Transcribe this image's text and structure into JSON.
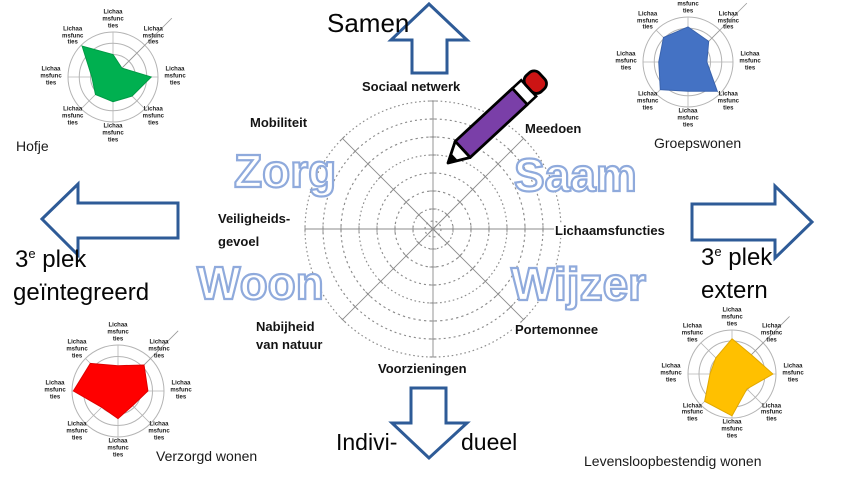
{
  "colors": {
    "arrow_outline": "#2E5B97",
    "wordart_outline": "#8FAADC",
    "center_grid": "#8b8b8b",
    "mini_grid": "#b4b4b4",
    "pencil_body": "#7A3FA8",
    "pencil_eraser": "#CC1414"
  },
  "wordart": {
    "zorg": "Zorg",
    "saam": "Saam",
    "woon": "Woon",
    "wijzer": "Wijzer"
  },
  "arrows": {
    "up": {
      "label": "Samen"
    },
    "down": {
      "label_left": "Indivi-",
      "label_right": "dueel"
    },
    "left": {
      "num": "3",
      "sup": "e",
      "rest": "plek",
      "line2": "geïntegreerd"
    },
    "right": {
      "num": "3",
      "sup": "e",
      "rest": "plek",
      "line2": "extern"
    }
  },
  "center_labels": {
    "top": "Sociaal netwerk",
    "top_left": "Mobiliteit",
    "top_right": "Meedoen",
    "left_line1": "Veiligheids-",
    "left_line2": "gevoel",
    "right": "Lichaamsfuncties",
    "bottom_left_line1": "Nabijheid",
    "bottom_left_line2": "van natuur",
    "bottom_right": "Portemonnee",
    "bottom": "Voorzieningen"
  },
  "mini_axis_label_lines": [
    "Lichaa",
    "msfunc",
    "ties"
  ],
  "chart_data": [
    {
      "type": "radar",
      "title": "Hofje",
      "fill": "#00B050",
      "stroke": "#009a45",
      "rings": 4,
      "max": 1,
      "axes": [
        "Lichaamsfuncties",
        "Lichaamsfuncties",
        "Lichaamsfuncties",
        "Lichaamsfuncties",
        "Lichaamsfuncties",
        "Lichaamsfuncties",
        "Lichaamsfuncties",
        "Lichaamsfuncties"
      ],
      "values": [
        0.5,
        0.28,
        0.85,
        0.6,
        0.55,
        0.55,
        0.47,
        0.97
      ]
    },
    {
      "type": "radar",
      "title": "Groepswonen",
      "fill": "#4472C4",
      "stroke": "#3a63ad",
      "rings": 4,
      "max": 1,
      "axes": [
        "Lichaamsfuncties",
        "Lichaamsfuncties",
        "Lichaamsfuncties",
        "Lichaamsfuncties",
        "Lichaamsfuncties",
        "Lichaamsfuncties",
        "Lichaamsfuncties",
        "Lichaamsfuncties"
      ],
      "values": [
        0.78,
        0.65,
        0.42,
        0.92,
        0.65,
        0.87,
        0.65,
        0.77
      ]
    },
    {
      "type": "radar",
      "title": "Verzorgd wonen",
      "fill": "#FF0000",
      "stroke": "#dd0000",
      "rings": 4,
      "max": 1,
      "axes": [
        "Lichaamsfuncties",
        "Lichaamsfuncties",
        "Lichaamsfuncties",
        "Lichaamsfuncties",
        "Lichaamsfuncties",
        "Lichaamsfuncties",
        "Lichaamsfuncties",
        "Lichaamsfuncties"
      ],
      "values": [
        0.55,
        0.8,
        0.65,
        0.45,
        0.6,
        0.5,
        0.97,
        0.85
      ]
    },
    {
      "type": "radar",
      "title": "Levensloopbestendig wonen",
      "fill": "#FFC000",
      "stroke": "#e0a800",
      "rings": 4,
      "max": 1,
      "axes": [
        "Lichaamsfuncties",
        "Lichaamsfuncties",
        "Lichaamsfuncties",
        "Lichaamsfuncties",
        "Lichaamsfuncties",
        "Lichaamsfuncties",
        "Lichaamsfuncties",
        "Lichaamsfuncties"
      ],
      "values": [
        0.8,
        0.62,
        0.93,
        0.48,
        0.95,
        0.88,
        0.5,
        0.52
      ]
    },
    {
      "type": "radar",
      "title": "",
      "style": "hand-drawn dashed, empty",
      "rings": 8,
      "max": 1,
      "axes": [
        "Sociaal netwerk",
        "Meedoen",
        "Lichaamsfuncties",
        "Portemonnee",
        "Voorzieningen",
        "Nabijheid van natuur",
        "Veiligheidsgevoel",
        "Mobiliteit"
      ],
      "values": null
    }
  ]
}
